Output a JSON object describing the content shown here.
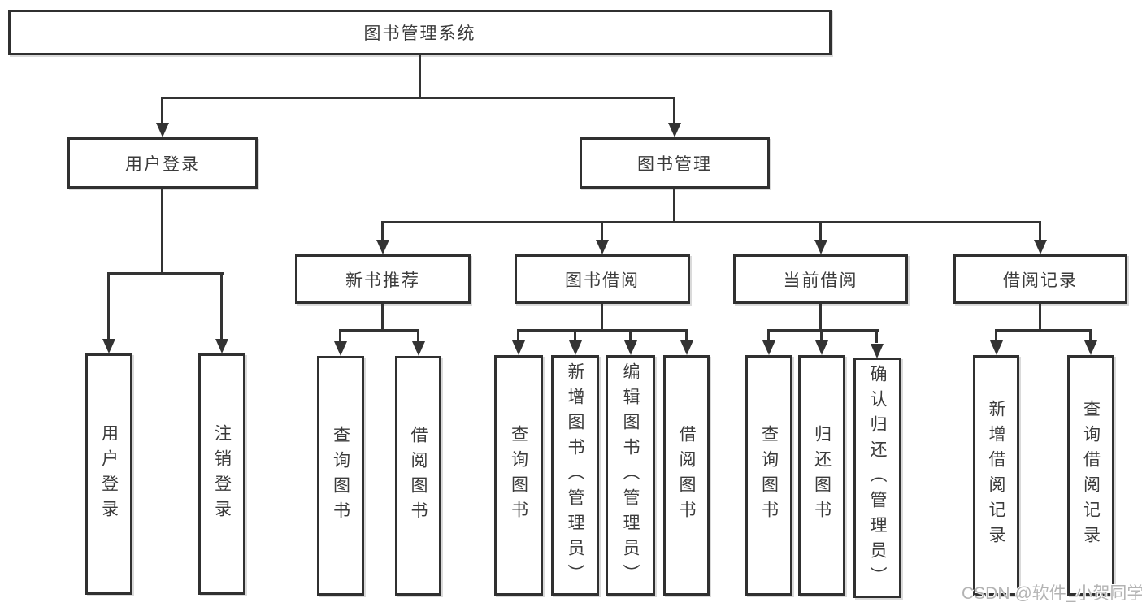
{
  "diagram": {
    "root": {
      "label": "图书管理系统"
    },
    "branches": [
      {
        "label": "用户登录",
        "children": [
          {
            "label": "用户登录"
          },
          {
            "label": "注销登录"
          }
        ]
      },
      {
        "label": "图书管理",
        "children": [
          {
            "label": "新书推荐",
            "children": [
              {
                "label": "查询图书"
              },
              {
                "label": "借阅图书"
              }
            ]
          },
          {
            "label": "图书借阅",
            "children": [
              {
                "label": "查询图书"
              },
              {
                "label": "新增图书（管理员）"
              },
              {
                "label": "编辑图书（管理员）"
              },
              {
                "label": "借阅图书"
              }
            ]
          },
          {
            "label": "当前借阅",
            "children": [
              {
                "label": "查询图书"
              },
              {
                "label": "归还图书"
              },
              {
                "label": "确认归还（管理员）"
              }
            ]
          },
          {
            "label": "借阅记录",
            "children": [
              {
                "label": "新增借阅记录"
              },
              {
                "label": "查询借阅记录"
              }
            ]
          }
        ]
      }
    ]
  },
  "watermark": {
    "text": "CSDN @软件_小贺同学"
  },
  "colors": {
    "line": "#333333",
    "box_border": "#303030",
    "text": "#3b3b3b",
    "watermark": "#b3b3b3",
    "background": "#ffffff"
  }
}
